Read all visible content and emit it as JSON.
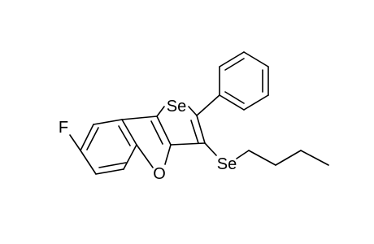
{
  "molecule": {
    "atoms": {
      "fluorine": "F",
      "selenium_ring": "Se",
      "oxygen": "O",
      "selenium_substituent": "Se"
    }
  },
  "colors": {
    "bond": "#000000",
    "label": "#000000",
    "background": "#ffffff"
  }
}
